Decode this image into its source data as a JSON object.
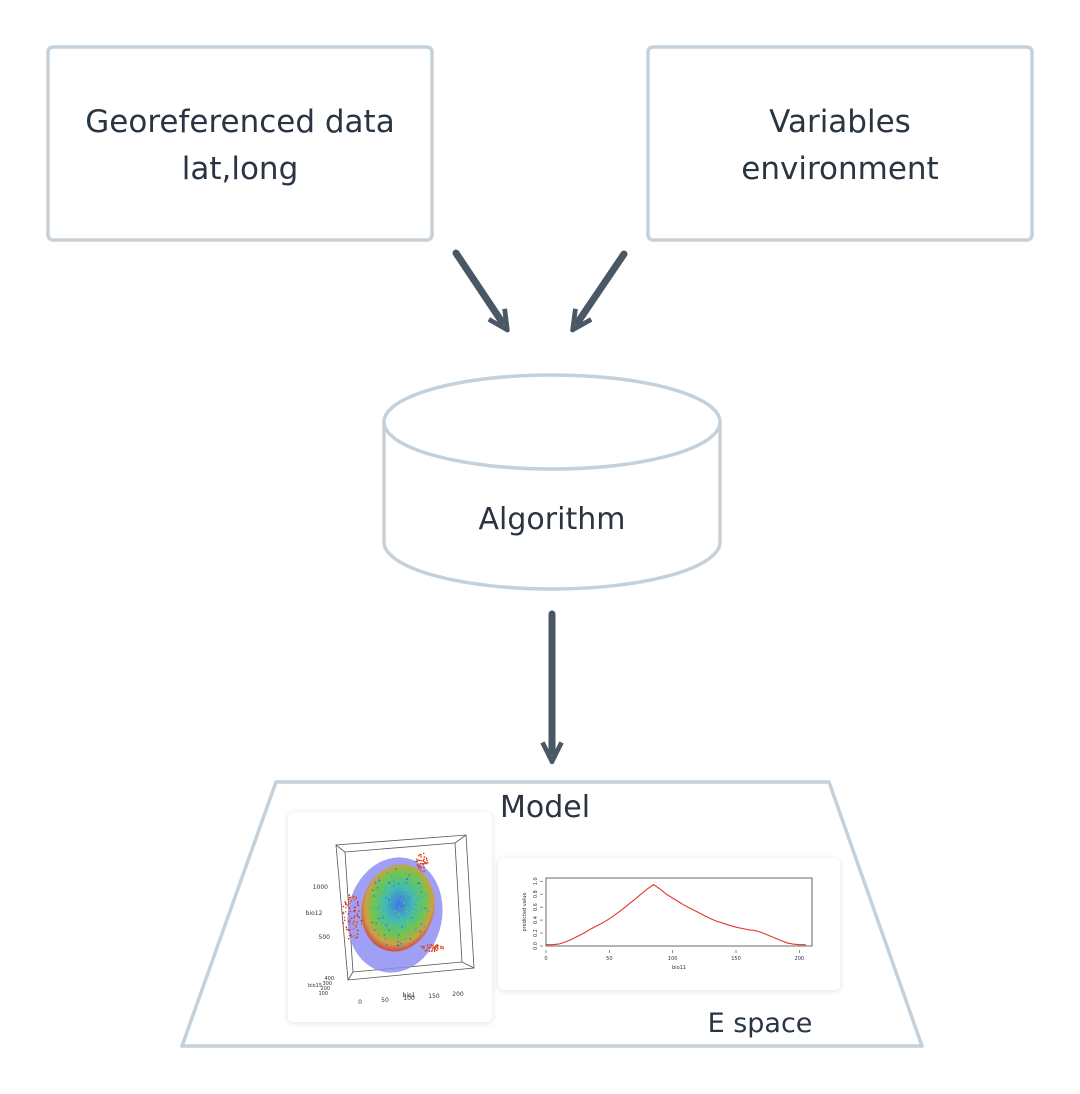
{
  "colors": {
    "box_border": "#c5d1da",
    "arrow": "#4a5866",
    "text": "#2a3543",
    "ellipsoid": "#8e8ef5",
    "curve": "#e8352a"
  },
  "boxes": {
    "georef": {
      "line1": "Georeferenced data",
      "line2": "lat,long"
    },
    "variables": {
      "line1": "Variables",
      "line2": "environment"
    }
  },
  "algorithm": {
    "label": "Algorithm"
  },
  "model": {
    "label": "Model",
    "space_label": "E space"
  },
  "scatter3d": {
    "y_ticks": [
      "1000",
      "500"
    ],
    "y_label": "bio12",
    "x_ticks": [
      "0",
      "50",
      "100",
      "150",
      "200"
    ],
    "x_label": "bio1",
    "z_ticks": [
      "400",
      "300",
      "200",
      "100"
    ],
    "z_label": "bio15"
  },
  "chart_data": {
    "type": "line",
    "xlabel": "bio11",
    "ylabel": "predicted value",
    "xlim": [
      0,
      210
    ],
    "ylim": [
      0,
      1.05
    ],
    "x_ticks": [
      0,
      50,
      100,
      150,
      200
    ],
    "y_ticks": [
      0.0,
      0.2,
      0.4,
      0.6,
      0.8,
      1.0
    ],
    "series": [
      {
        "x": [
          0,
          5,
          10,
          15,
          20,
          25,
          30,
          35,
          40,
          45,
          50,
          55,
          60,
          65,
          70,
          75,
          80,
          85,
          90,
          95,
          100,
          105,
          110,
          115,
          120,
          125,
          130,
          135,
          140,
          145,
          150,
          155,
          160,
          165,
          170,
          175,
          180,
          185,
          190,
          195,
          200,
          205
        ],
        "y": [
          0.02,
          0.02,
          0.03,
          0.06,
          0.1,
          0.15,
          0.2,
          0.26,
          0.31,
          0.36,
          0.42,
          0.49,
          0.56,
          0.64,
          0.72,
          0.8,
          0.88,
          0.95,
          0.88,
          0.8,
          0.74,
          0.68,
          0.62,
          0.57,
          0.52,
          0.47,
          0.42,
          0.38,
          0.35,
          0.32,
          0.29,
          0.27,
          0.25,
          0.24,
          0.21,
          0.17,
          0.13,
          0.09,
          0.05,
          0.03,
          0.02,
          0.02
        ]
      }
    ]
  }
}
